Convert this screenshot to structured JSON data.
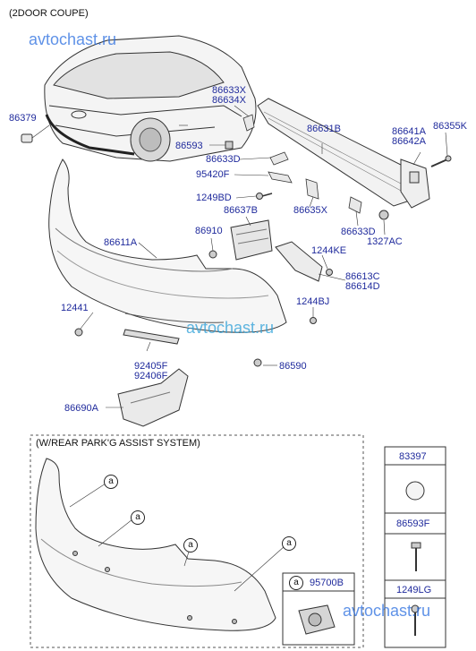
{
  "header": {
    "variant": "(2DOOR COUPE)",
    "box_title": "(W/REAR PARK'G ASSIST SYSTEM)"
  },
  "watermarks": [
    "avtochast.ru",
    "avtochast.ru",
    "avtochast.ru"
  ],
  "parts": {
    "p86379": "86379",
    "p86633X": "86633X",
    "p86634X": "86634X",
    "p86593": "86593",
    "p86633D_a": "86633D",
    "p95420F": "95420F",
    "p86631B": "86631B",
    "p86641A": "86641A",
    "p86642A": "86642A",
    "p86355K": "86355K",
    "p1249BD": "1249BD",
    "p86637B": "86637B",
    "p86635X": "86635X",
    "p86633D_b": "86633D",
    "p1327AC": "1327AC",
    "p86611A": "86611A",
    "p86910": "86910",
    "p1244KE": "1244KE",
    "p86613C": "86613C",
    "p86614D": "86614D",
    "p1244BJ": "1244BJ",
    "p12441": "12441",
    "p92405F": "92405F",
    "p92406F": "92406F",
    "p86590": "86590",
    "p86690A": "86690A",
    "p95700B": "95700B"
  },
  "callout_letter": "a",
  "legend_table": [
    "83397",
    "86593F",
    "1249LG"
  ]
}
